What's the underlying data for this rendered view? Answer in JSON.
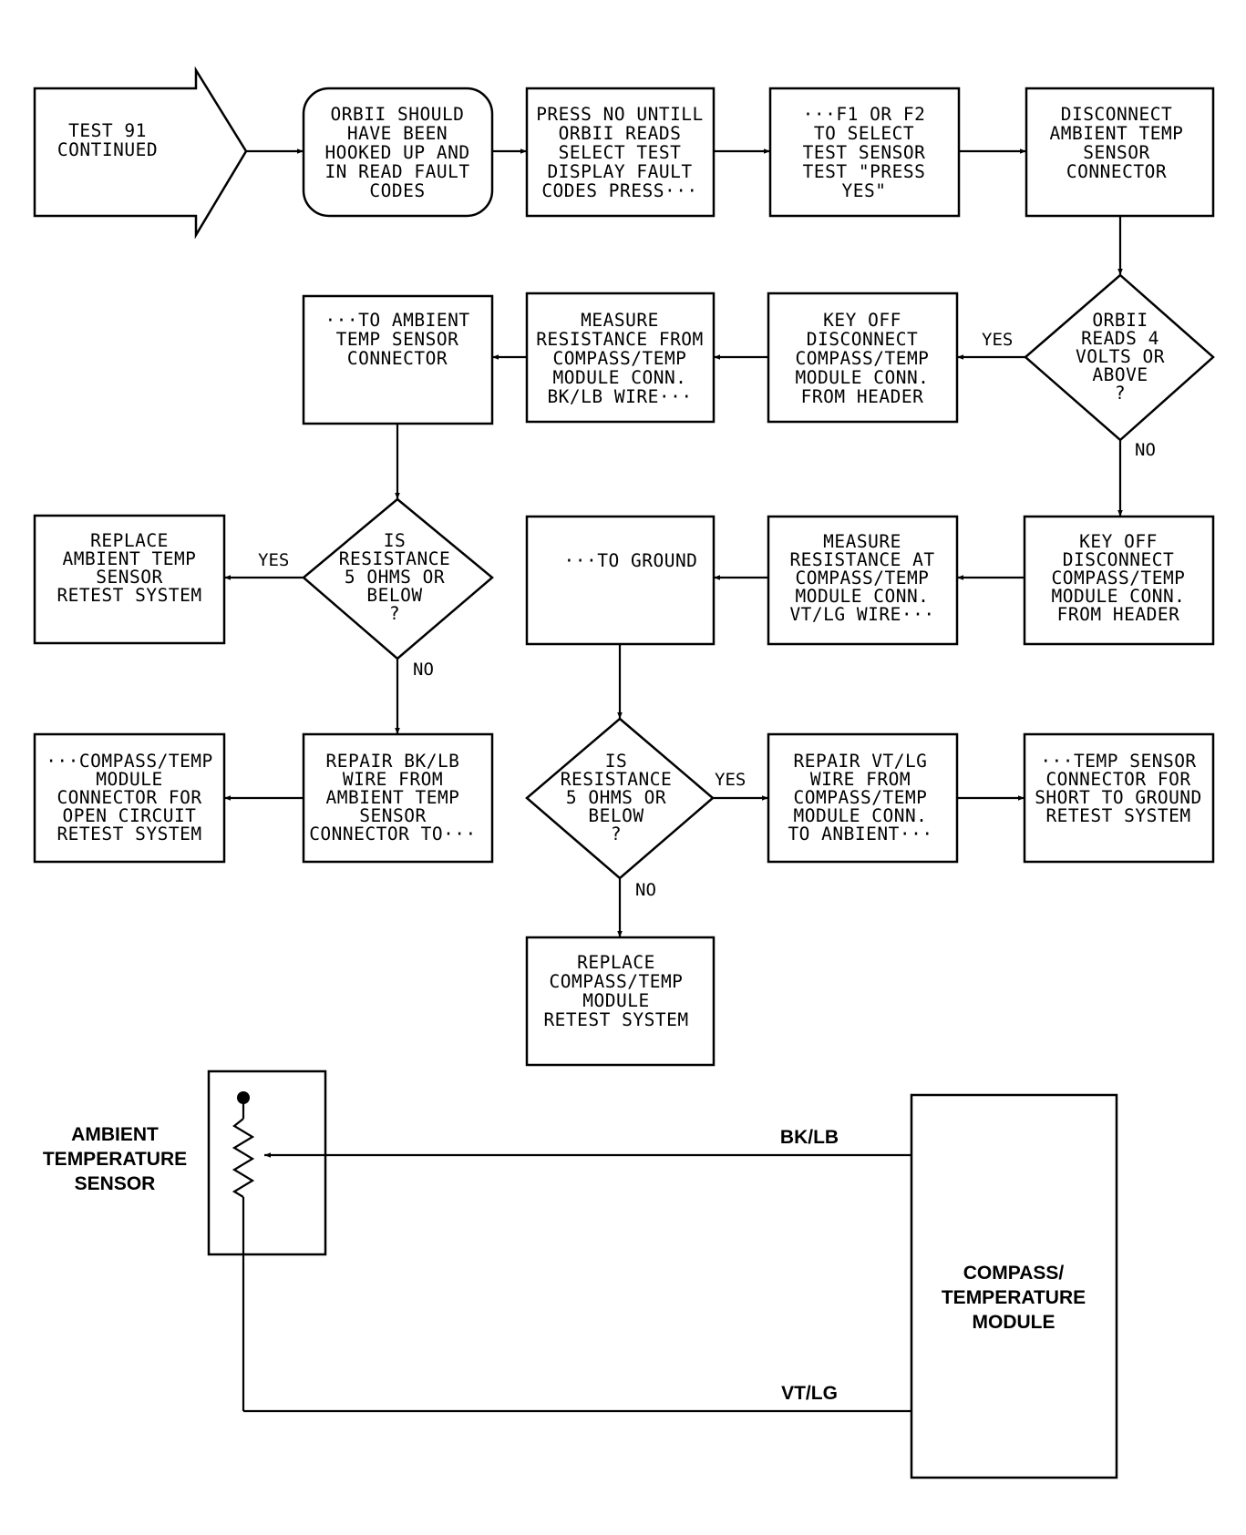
{
  "flowchart": {
    "nodes": {
      "start": {
        "lines": [
          "TEST 91",
          "CONTINUED"
        ]
      },
      "orbii_hooked": {
        "lines": [
          "ORBII SHOULD",
          "HAVE BEEN",
          "HOOKED UP AND",
          "IN READ FAULT",
          "CODES"
        ]
      },
      "press_no": {
        "lines": [
          "PRESS NO UNTILL",
          "ORBII READS",
          "SELECT TEST",
          "DISPLAY FAULT",
          "CODES PRESS···"
        ]
      },
      "f1_f2": {
        "lines": [
          "···F1 OR F2",
          "TO SELECT",
          "TEST SENSOR",
          "TEST \"PRESS",
          "YES\""
        ]
      },
      "disconnect_ambient": {
        "lines": [
          "DISCONNECT",
          "AMBIENT TEMP",
          "SENSOR",
          "CONNECTOR"
        ]
      },
      "orbii_reads_4v": {
        "lines": [
          "ORBII",
          "READS 4",
          "VOLTS OR",
          "ABOVE",
          "?"
        ]
      },
      "key_off_1": {
        "lines": [
          "KEY OFF",
          "DISCONNECT",
          "COMPASS/TEMP",
          "MODULE CONN.",
          "FROM HEADER"
        ]
      },
      "measure_bk_lb": {
        "lines": [
          "MEASURE",
          "RESISTANCE FROM",
          "COMPASS/TEMP",
          "MODULE CONN.",
          "BK/LB WIRE···"
        ]
      },
      "to_ambient_conn": {
        "lines": [
          "···TO AMBIENT",
          "TEMP SENSOR",
          "CONNECTOR"
        ]
      },
      "is_res_1": {
        "lines": [
          "IS",
          "RESISTANCE",
          "5 OHMS OR",
          "BELOW",
          "?"
        ]
      },
      "replace_ambient": {
        "lines": [
          "REPLACE",
          "AMBIENT TEMP",
          "SENSOR",
          "RETEST SYSTEM"
        ]
      },
      "key_off_2": {
        "lines": [
          "KEY OFF",
          "DISCONNECT",
          "COMPASS/TEMP",
          "MODULE CONN.",
          "FROM HEADER"
        ]
      },
      "measure_vt_lg": {
        "lines": [
          "MEASURE",
          "RESISTANCE AT",
          "COMPASS/TEMP",
          "MODULE CONN.",
          "VT/LG WIRE···"
        ]
      },
      "to_ground": {
        "lines": [
          "···TO GROUND"
        ]
      },
      "repair_bk_lb": {
        "lines": [
          "REPAIR BK/LB",
          "WIRE FROM",
          "AMBIENT TEMP",
          "SENSOR",
          "CONNECTOR TO···"
        ]
      },
      "compass_open": {
        "lines": [
          "···COMPASS/TEMP",
          "MODULE",
          "CONNECTOR FOR",
          "OPEN CIRCUIT",
          "RETEST SYSTEM"
        ]
      },
      "is_res_2": {
        "lines": [
          "IS",
          "RESISTANCE",
          "5 OHMS OR",
          "BELOW",
          "?"
        ]
      },
      "repair_vt_lg": {
        "lines": [
          "REPAIR VT/LG",
          "WIRE FROM",
          "COMPASS/TEMP",
          "MODULE CONN.",
          "TO ANBIENT···"
        ]
      },
      "temp_short": {
        "lines": [
          "···TEMP SENSOR",
          "CONNECTOR FOR",
          "SHORT TO GROUND",
          "RETEST SYSTEM"
        ]
      },
      "replace_compass": {
        "lines": [
          "REPLACE",
          "COMPASS/TEMP",
          "MODULE",
          "RETEST SYSTEM"
        ]
      }
    },
    "edge_labels": {
      "v4_yes": "YES",
      "v4_no": "NO",
      "res1_yes": "YES",
      "res1_no": "NO",
      "res2_yes": "YES",
      "res2_no": "NO"
    }
  },
  "wiring": {
    "sensor_label": [
      "AMBIENT",
      "TEMPERATURE",
      "SENSOR"
    ],
    "module_label": [
      "COMPASS/",
      "TEMPERATURE",
      "MODULE"
    ],
    "wire_top": "BK/LB",
    "wire_bottom": "VT/LG"
  }
}
